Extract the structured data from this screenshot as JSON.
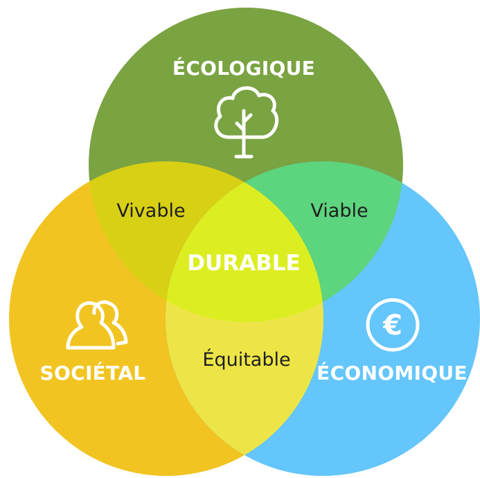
{
  "diagram": {
    "circles": {
      "ecologique": {
        "label": "ÉCOLOGIQUE",
        "icon": "tree-icon",
        "color": "#7aa342"
      },
      "societal": {
        "label": "SOCIÉTAL",
        "icon": "people-icon",
        "color": "#f1c422"
      },
      "economique": {
        "label": "ÉCONOMIQUE",
        "icon": "euro-icon",
        "color": "#64c6fb"
      }
    },
    "overlaps": {
      "eco_soc": {
        "label": "Vivable",
        "color": "#d8d015"
      },
      "eco_eco": {
        "label": "Viable",
        "color": "#5dd47e"
      },
      "soc_eco": {
        "label": "Équitable",
        "color": "#ede548"
      }
    },
    "center": {
      "label": "DURABLE",
      "color": "#dcee22"
    }
  }
}
